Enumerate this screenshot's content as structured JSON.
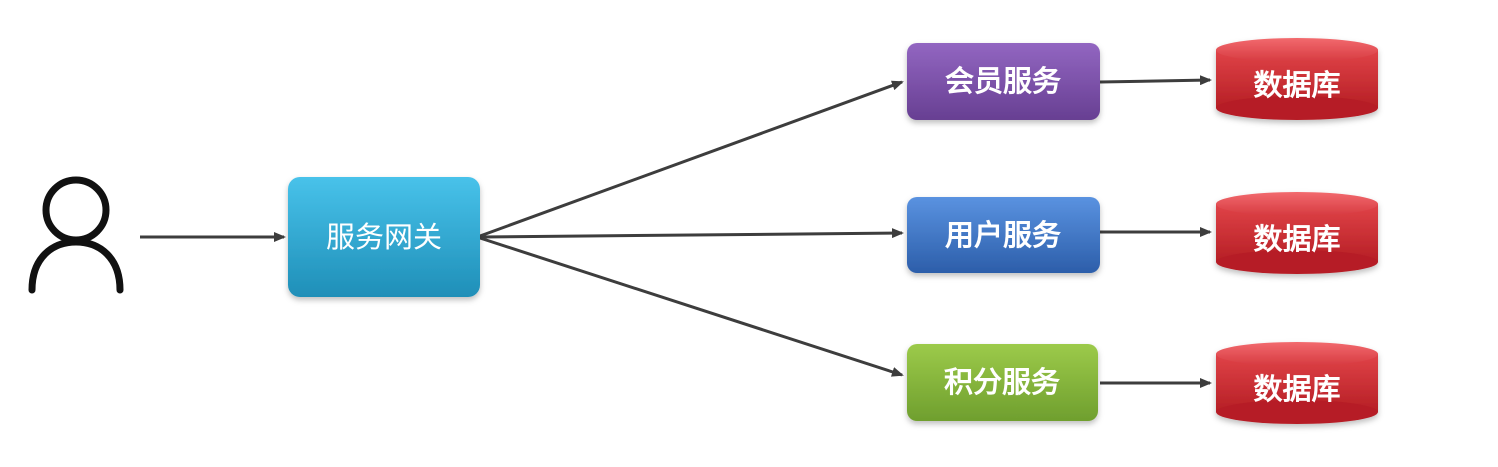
{
  "nodes": {
    "user": {
      "icon": "user-icon"
    },
    "gateway": {
      "label": "服务网关",
      "color": "#2aa7cf"
    },
    "services": [
      {
        "id": "member",
        "label": "会员服务",
        "color": "#7a4fa6"
      },
      {
        "id": "user",
        "label": "用户服务",
        "color": "#3b74c5"
      },
      {
        "id": "points",
        "label": "积分服务",
        "color": "#7fb13a"
      }
    ],
    "databases": [
      {
        "label": "数据库",
        "color": "#c8272e"
      },
      {
        "label": "数据库",
        "color": "#c8272e"
      },
      {
        "label": "数据库",
        "color": "#c8272e"
      }
    ]
  },
  "edges": [
    {
      "from": "user",
      "to": "gateway"
    },
    {
      "from": "gateway",
      "to": "member"
    },
    {
      "from": "gateway",
      "to": "user"
    },
    {
      "from": "gateway",
      "to": "points"
    },
    {
      "from": "member",
      "to": "database-1"
    },
    {
      "from": "user",
      "to": "database-2"
    },
    {
      "from": "points",
      "to": "database-3"
    }
  ]
}
